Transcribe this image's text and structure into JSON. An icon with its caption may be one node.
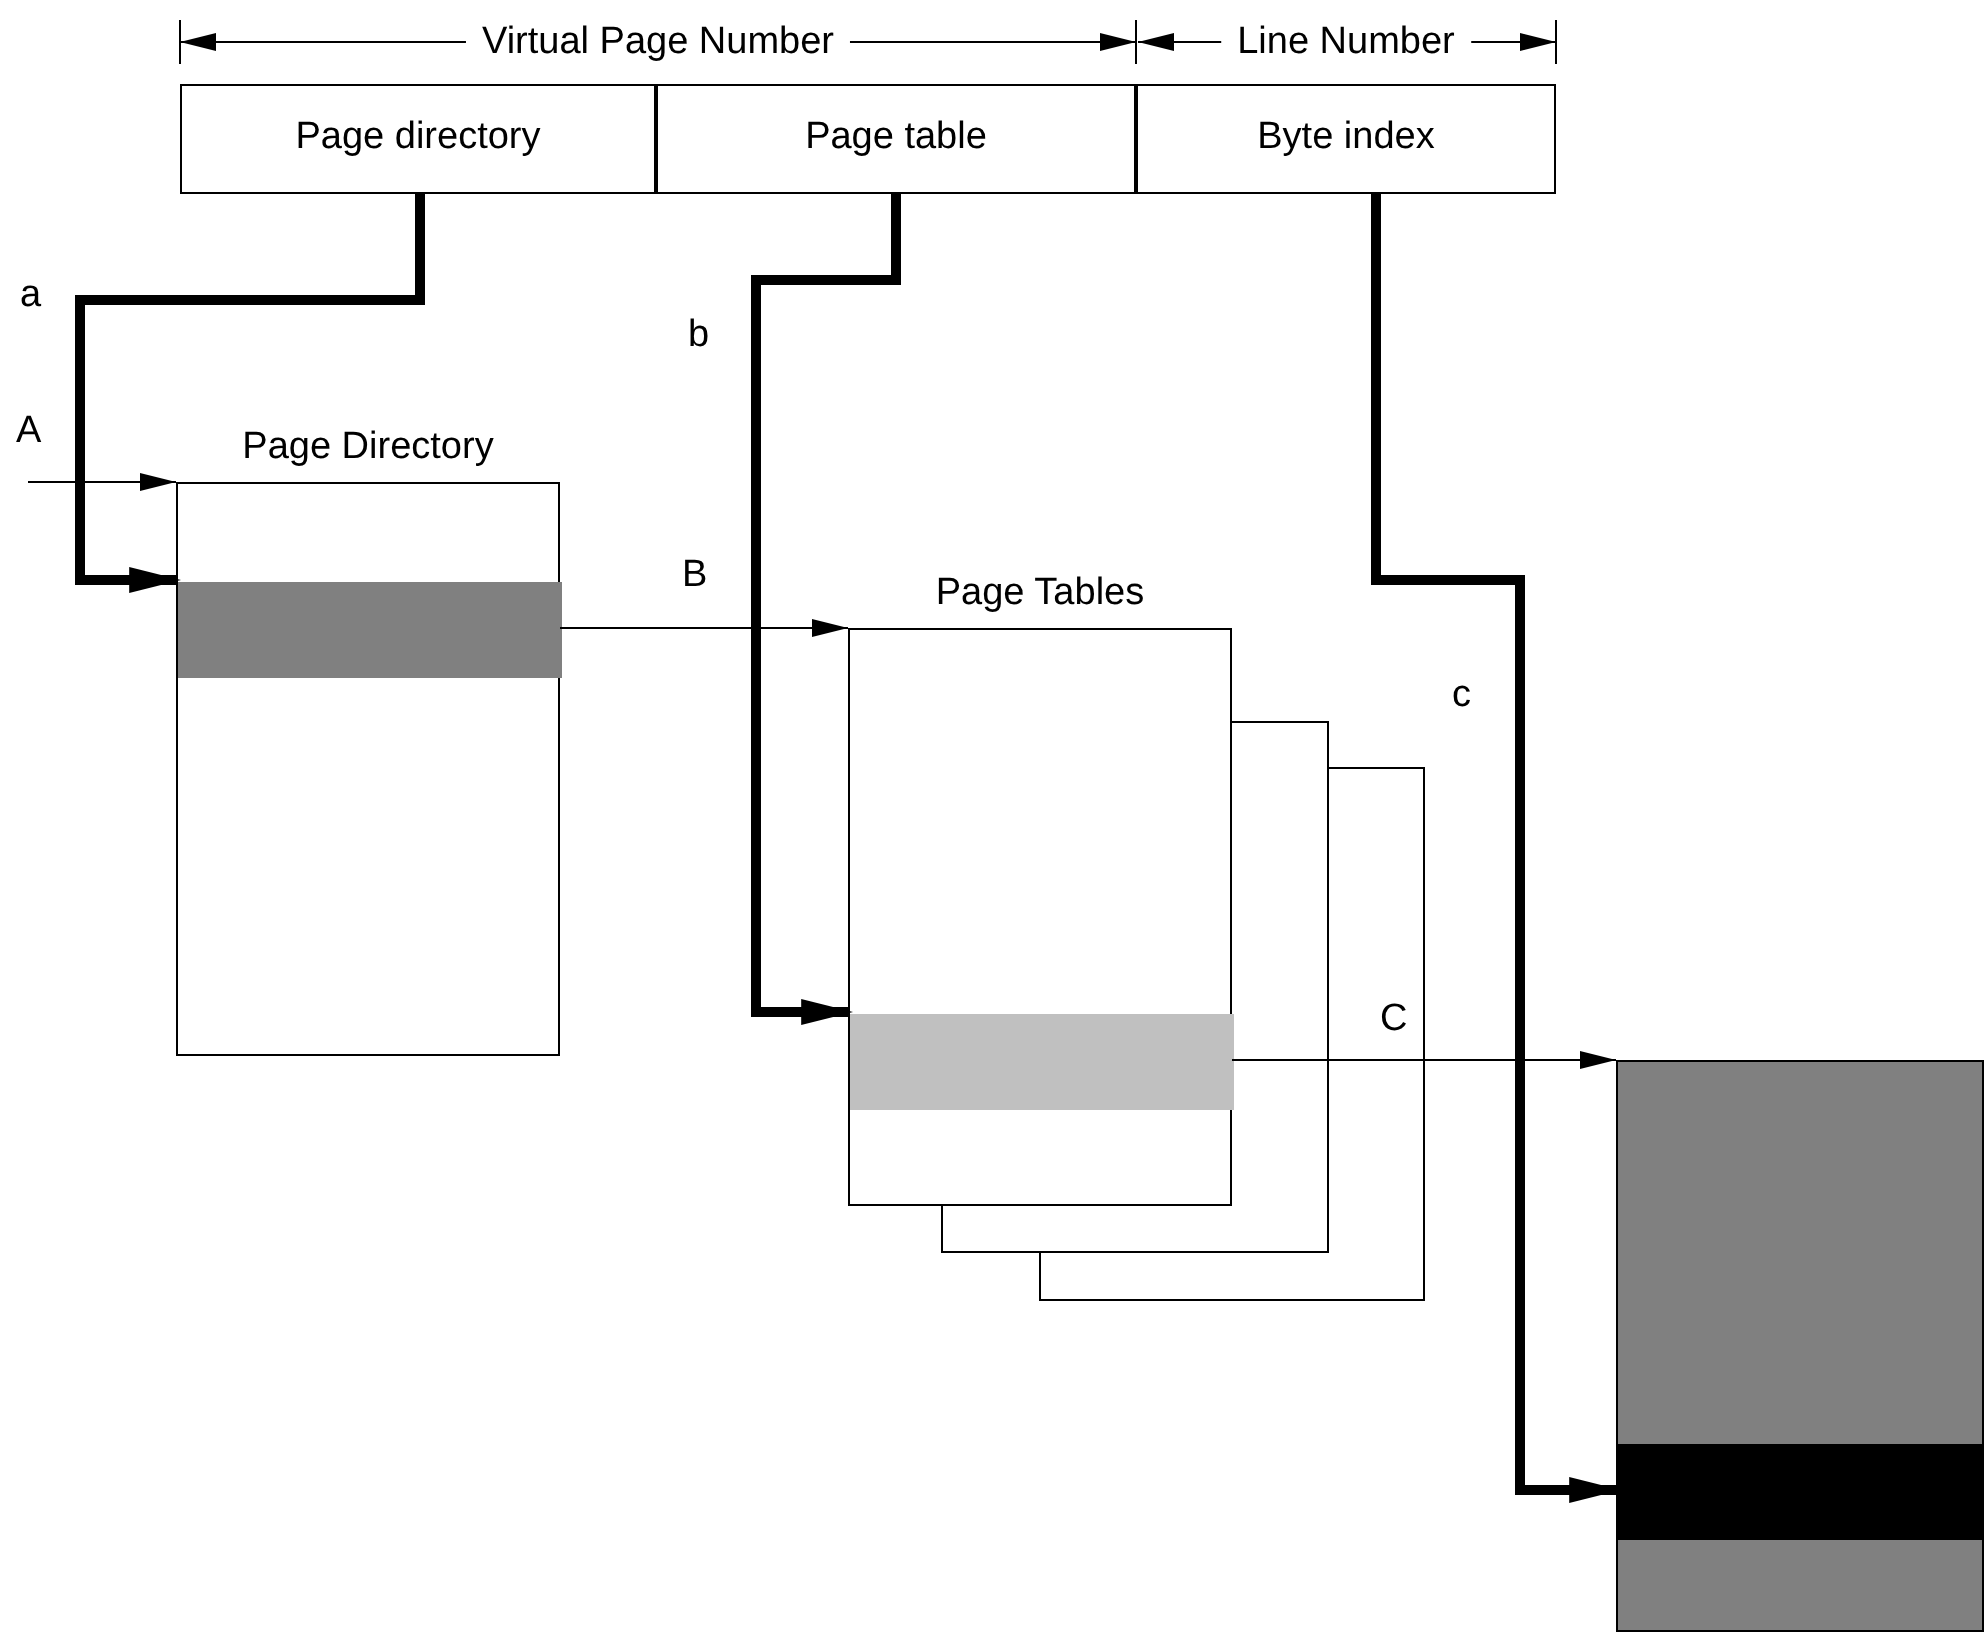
{
  "diagram": {
    "nodes": [
      {
        "text": [
          "Page directory"
        ]
      },
      {
        "text": [
          "Page table"
        ]
      },
      {
        "text": [
          "Byte index"
        ]
      },
      {
        "text": [
          "Page Directory"
        ]
      },
      {
        "text": [],
        "shape": "box",
        "in": 3
      },
      {
        "text": [
          "Page Tables"
        ]
      },
      {
        "text": [],
        "shape": "box",
        "in": 5
      },
      {
        "text": [],
        "shape": "box"
      },
      {
        "text": [],
        "shape": "box",
        "in": 7
      }
    ],
    "edges": [
      {
        "from": 0,
        "to": 4,
        "arrow": "to",
        "label": "a",
        "style": "thick"
      },
      {
        "from": 1,
        "to": 6,
        "arrow": "to",
        "label": "b",
        "style": "thick"
      },
      {
        "from": 2,
        "to": 8,
        "arrow": "to",
        "label": "c",
        "style": "thick"
      },
      {
        "from": null,
        "to": 3,
        "arrow": "to",
        "label": "A"
      },
      {
        "from": 4,
        "to": 5,
        "arrow": "to",
        "label": "B"
      },
      {
        "from": 6,
        "to": 7,
        "arrow": "to",
        "label": "C"
      }
    ],
    "labels": [
      "Virtual Page Number",
      "Line Number"
    ]
  }
}
